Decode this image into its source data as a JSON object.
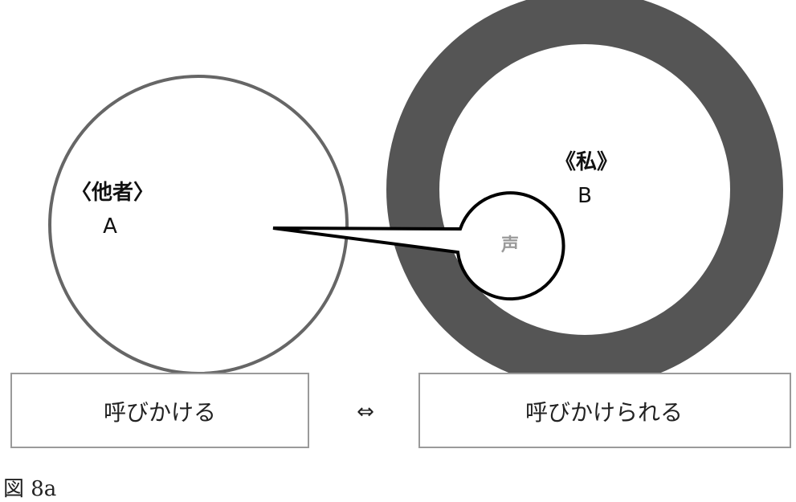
{
  "other": {
    "name": "〈他者〉",
    "letter": "A"
  },
  "self": {
    "name": "《私》",
    "letter": "B"
  },
  "voice": {
    "label": "声"
  },
  "boxes": {
    "left_label": "呼びかける",
    "right_label": "呼びかけられる",
    "arrow": "⇔"
  },
  "caption": "図 8a",
  "colors": {
    "thin_ring": "#666666",
    "thick_ring": "#555555",
    "bubble_stroke": "#000000",
    "box_border": "#9a9a9a",
    "voice_text": "#9a9a9a"
  }
}
